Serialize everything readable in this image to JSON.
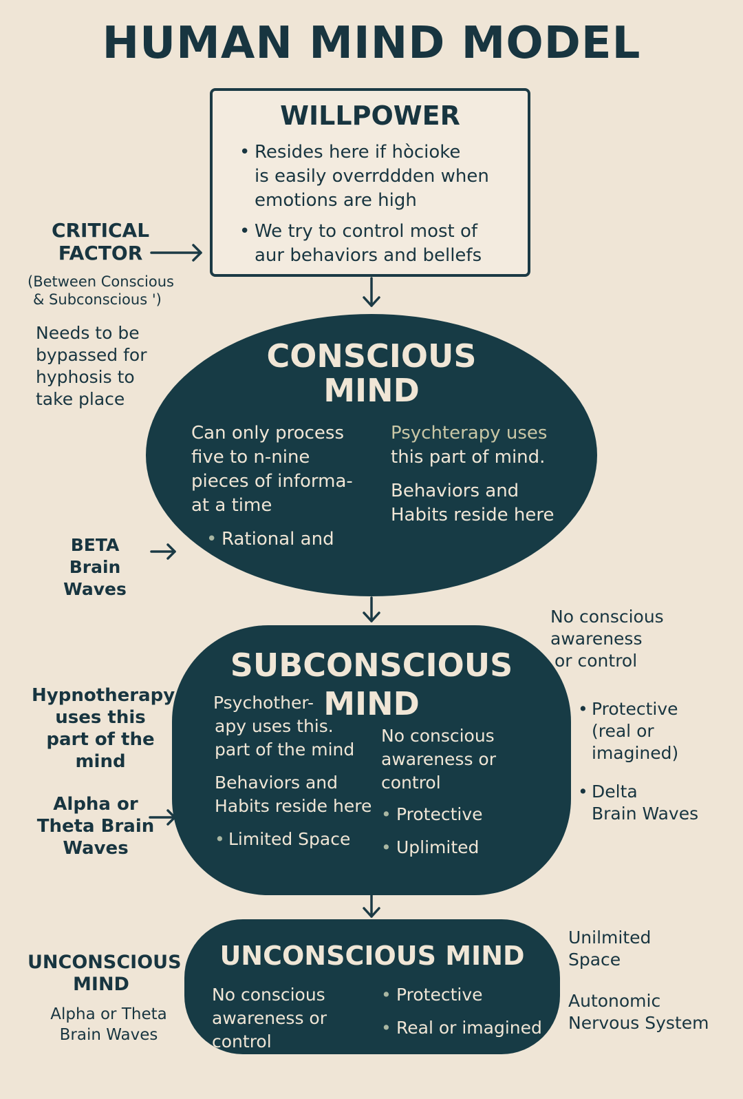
{
  "title": "HUMAN MIND MODEL",
  "willpower": {
    "title": "WILLPOWER",
    "bullet1_line1": "Resides here if hòcioke",
    "bullet1_line2": "is easily overrddden when",
    "bullet1_line3": "emotions are high",
    "bullet2_line1": "We try to control most of",
    "bullet2_line2": "aur behaviors and bellefs"
  },
  "critical_factor": {
    "label_line1": "CRITICAL",
    "label_line2": "FACTOR",
    "sub_line1": "(Between Conscious",
    "sub_line2": "& Subconscious ')",
    "note_line1": "Needs to be",
    "note_line2": "bypassed for",
    "note_line3": "hyphosis to",
    "note_line4": "take place"
  },
  "conscious": {
    "title_line1": "CONSCIOUS",
    "title_line2": "MIND",
    "left_line1": "Can only process",
    "left_line2": "five to n-nine",
    "left_line3": "pieces of informa-",
    "left_line4": "at a time",
    "left_bullet": "Rational and",
    "right_line1": "Psychterapy uses",
    "right_line2": "this part of mind.",
    "right_line3": "Behaviors and",
    "right_line4": "Habits reside here",
    "side_label_line1": "BETA",
    "side_label_line2": "Brain Waves"
  },
  "subconscious": {
    "title_line1": "SUBCONSCIOUS",
    "title_line2": "MIND",
    "left_line1": "Psychother-",
    "left_line2": "apy uses this.",
    "left_line3": "part of the mind",
    "left_line4": "Behaviors and",
    "left_line5": "Habits reside here",
    "left_bullet": "Limited Space",
    "right_line1": "No conscious",
    "right_line2": "awareness or",
    "right_line3": "control",
    "right_bullet1": "Protective",
    "right_bullet2": "Uplimited",
    "left_side_line1": "Hypnotherapy",
    "left_side_line2": "uses this",
    "left_side_line3": "part of the",
    "left_side_line4": "mind",
    "left_side2_line1": "Alpha or",
    "left_side2_line2": "Theta Brain",
    "left_side2_line3": "Waves",
    "right_side_line1": "No conscious",
    "right_side_line2": "awareness",
    "right_side_line3": "or control",
    "right_bullet_a1": "Protective",
    "right_bullet_a2": "(real or",
    "right_bullet_a3": "imagined)",
    "right_bullet_b1": "Delta",
    "right_bullet_b2": "Brain Waves"
  },
  "unconscious": {
    "title": "UNCONSCIOUS MIND",
    "left_line1": "No conscious",
    "left_line2": "awareness or",
    "left_line3": "control",
    "bullet1": "Protective",
    "bullet2": "Real or imagined",
    "left_side_line1": "UNCONSCIOUS",
    "left_side_line2": "MIND",
    "left_side_sub1": "Alpha or Theta",
    "left_side_sub2": "Brain Waves",
    "right_side1_line1": "Unilmited",
    "right_side1_line2": "Space",
    "right_side2_line1": "Autonomic",
    "right_side2_line2": "Nervous System"
  },
  "colors": {
    "background": "#efe5d6",
    "dark": "#173b45",
    "light_text": "#f0e6d6"
  }
}
